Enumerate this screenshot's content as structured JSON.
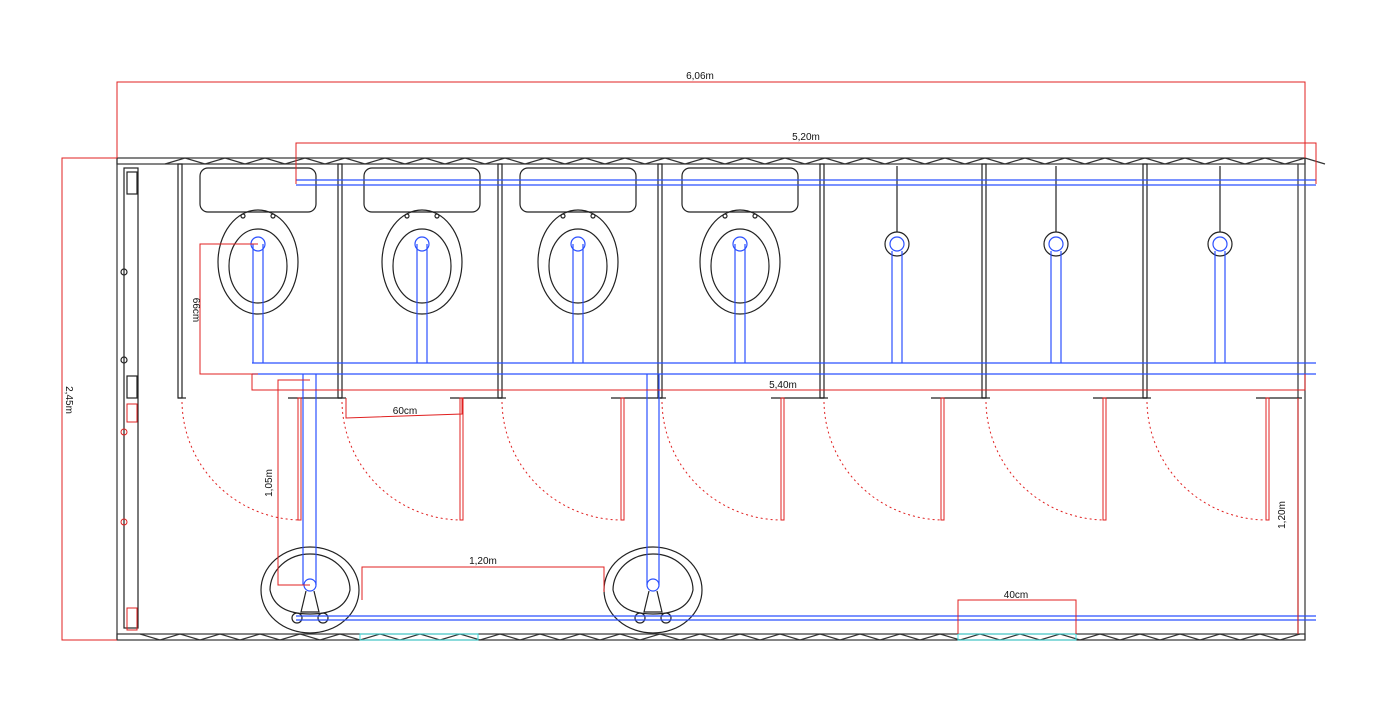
{
  "dimensions": {
    "total_length": "6,06m",
    "supply_pipe_length": "5,20m",
    "total_width": "2,45m",
    "toilet_offset": "66cm",
    "drain_length": "5,40m",
    "door_width": "60cm",
    "sink_drop": "1,05m",
    "sink_spacing": "1,20m",
    "window_width": "40cm",
    "corridor_width": "1,20m"
  },
  "colors": {
    "dimension": "#e02020",
    "pipe": "#2b50ff",
    "window": "#40e0e0",
    "wall": "#333333"
  },
  "fixtures": {
    "toilets": 4,
    "urinals": 3,
    "sinks": 2,
    "stalls": 7
  }
}
